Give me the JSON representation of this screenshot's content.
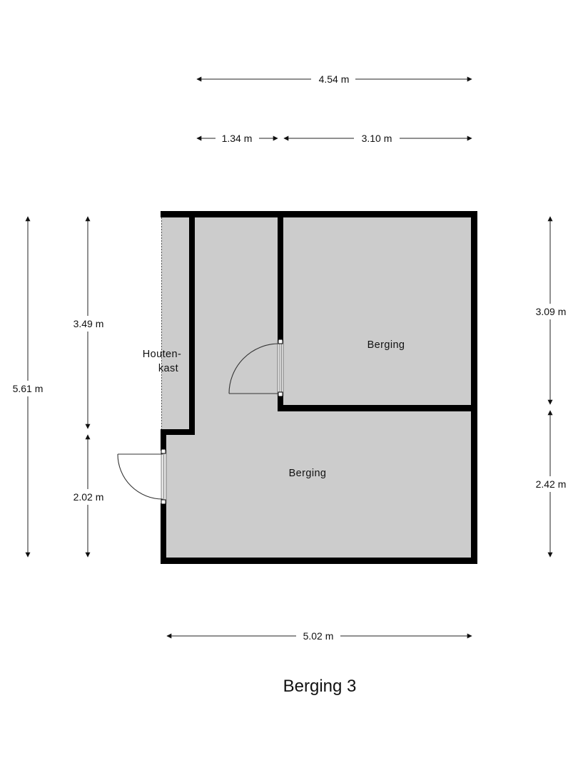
{
  "plan": {
    "title": "Berging 3",
    "colors": {
      "floor": "#cccccc",
      "wall": "#000000",
      "dimension_line": "#222222",
      "background": "#ffffff"
    },
    "rooms": [
      {
        "id": "berging-upper",
        "label": "Berging"
      },
      {
        "id": "berging-lower",
        "label": "Berging"
      },
      {
        "id": "houtenkast",
        "label_line1": "Houten-",
        "label_line2": "kast"
      }
    ],
    "dimensions": {
      "top_total": "4.54 m",
      "top_left": "1.34 m",
      "top_right": "3.10 m",
      "bottom_total": "5.02 m",
      "left_total": "5.61 m",
      "left_upper": "3.49 m",
      "left_lower": "2.02 m",
      "right_upper": "3.09 m",
      "right_lower": "2.42 m"
    },
    "doors": [
      {
        "id": "entrance-door",
        "wall": "left"
      },
      {
        "id": "inner-door",
        "wall": "partition"
      }
    ]
  }
}
